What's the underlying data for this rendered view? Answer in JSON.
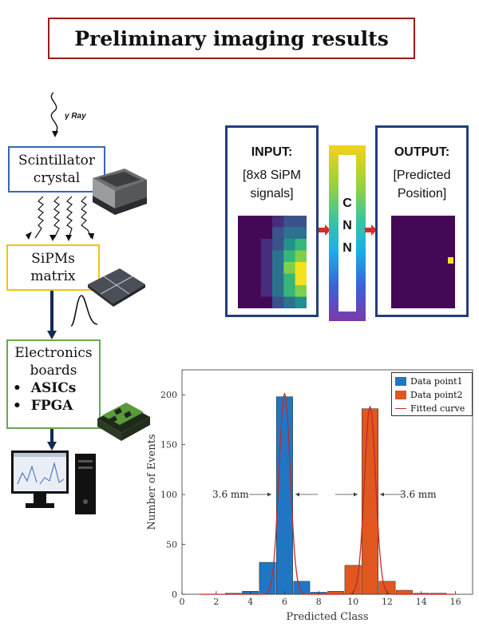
{
  "title": "Preliminary imaging results",
  "flow": {
    "gamma_label": "γ Ray",
    "scintillator": [
      "Scintillator",
      "crystal"
    ],
    "sipm": [
      "SiPMs",
      "matrix"
    ],
    "electronics": [
      "Electronics",
      "boards"
    ],
    "electronics_items": [
      "ASICs",
      "FPGA"
    ]
  },
  "cnn_panel": {
    "input_title": "INPUT:",
    "input_sub": [
      "[8x8 SiPM",
      "signals]"
    ],
    "cnn_letters": [
      "C",
      "N",
      "N"
    ],
    "output_title": "OUTPUT:",
    "output_sub": [
      "[Predicted",
      "Position]"
    ]
  },
  "colors": {
    "title_border": "#9b1b1b",
    "scint_border": "#3a66b3",
    "sipm_border": "#f2c21b",
    "elec_border": "#6aa84f",
    "panel_border": "#233f7a",
    "arrow_red": "#d62b2b",
    "series1": "#1f77c4",
    "series2": "#e0571f",
    "fit": "#c62828"
  },
  "chart_data": {
    "type": "bar",
    "xlabel": "Predicted Class",
    "ylabel": "Number of Events",
    "xlim": [
      0,
      17
    ],
    "ylim": [
      0,
      225
    ],
    "xticks": [
      0,
      2,
      4,
      6,
      8,
      10,
      12,
      14,
      16
    ],
    "yticks": [
      0,
      50,
      100,
      150,
      200
    ],
    "series": [
      {
        "name": "Data point1",
        "color": "#1f77c4",
        "x": [
          3,
          4,
          5,
          6,
          7,
          8
        ],
        "values": [
          1,
          3,
          32,
          198,
          13,
          2
        ]
      },
      {
        "name": "Data point2",
        "color": "#e0571f",
        "x": [
          9,
          10,
          11,
          12,
          13,
          14,
          15
        ],
        "values": [
          3,
          29,
          186,
          13,
          4,
          1,
          1
        ]
      }
    ],
    "fit": {
      "name": "Fitted curve",
      "curves": [
        {
          "amp": 201,
          "mu": 6.0,
          "sigma": 0.33
        },
        {
          "amp": 188,
          "mu": 11.0,
          "sigma": 0.33
        }
      ]
    },
    "annotations": [
      {
        "text": "3.6 mm"
      },
      {
        "text": "3.6 mm"
      }
    ],
    "legend": "top-right"
  }
}
